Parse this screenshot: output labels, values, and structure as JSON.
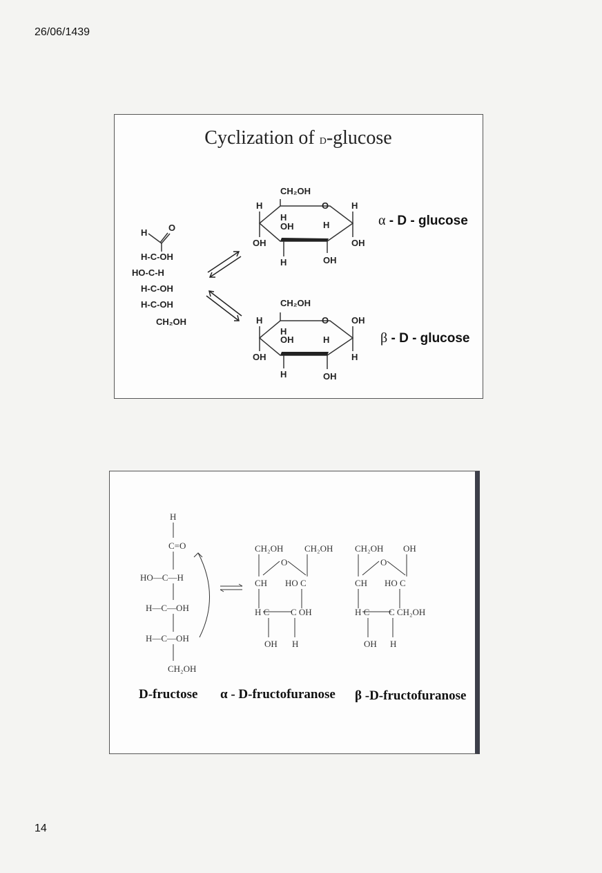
{
  "header": {
    "date": "26/06/1439"
  },
  "footer": {
    "page_number": "14"
  },
  "slide1": {
    "title_prefix": "Cyclization of ",
    "title_small": "D",
    "title_suffix": "-glucose",
    "alpha_label": {
      "greek": "α",
      "rest": " - D - glucose"
    },
    "beta_label": {
      "greek": "β",
      "rest": " - D - glucose"
    },
    "open_chain": {
      "aldehyde_h": "H",
      "aldehyde_o": "O",
      "rows": [
        "H-C-OH",
        "HO-C-H",
        "H-C-OH",
        "H-C-OH"
      ],
      "bottom": "CH₂OH"
    },
    "ring_labels": {
      "ch2oh": "CH₂OH",
      "h": "H",
      "oh": "OH",
      "o": "O"
    }
  },
  "slide2": {
    "fructose_label": "D-fructose",
    "alpha_label": "α - D-fructofuranose",
    "beta_label": "β -D-fructofuranose",
    "open_chain": {
      "top_h": "H",
      "carbonyl": "C=O",
      "rows": [
        "HO—C—H",
        "H—C—OH",
        "H—C—OH"
      ],
      "bottom": "CH₂OH"
    },
    "alpha_ring": {
      "ch2oh_left": "CH₂OH",
      "ch2oh_right": "CH₂OH",
      "o": "O",
      "ch": "CH",
      "hoc": "HO C",
      "hc": "H C",
      "coh": "C OH",
      "oh": "OH",
      "h": "H"
    },
    "beta_ring": {
      "ch2oh_left": "CH₂OH",
      "oh_top": "OH",
      "o": "O",
      "ch": "CH",
      "hoc": "HO C",
      "hc": "H C",
      "cch2oh": "C CH₂OH",
      "oh": "OH",
      "h": "H"
    }
  }
}
